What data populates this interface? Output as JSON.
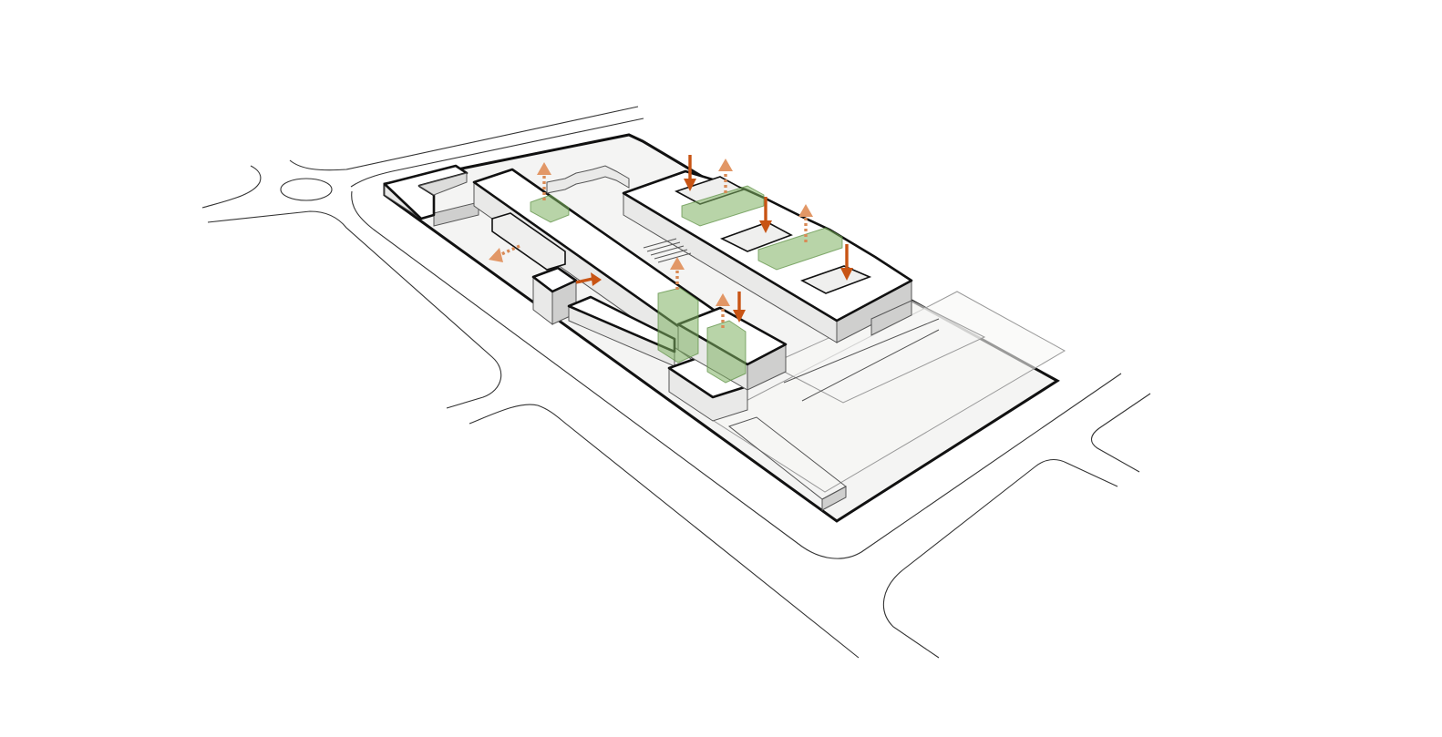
{
  "diagram": {
    "kind": "isometric-massing-diagram",
    "colors": {
      "background": "#ffffff",
      "site_fill": "#f4f4f3",
      "outline": "#111111",
      "street_line": "#333333",
      "green_volume": "#7db061",
      "arrow_solid": "#c85414",
      "arrow_dashed": "#d98a55"
    },
    "legend_items": [],
    "arrow_types": [
      "solid-down-arrow",
      "dashed-up-arrow",
      "dashed-side-arrow"
    ]
  }
}
